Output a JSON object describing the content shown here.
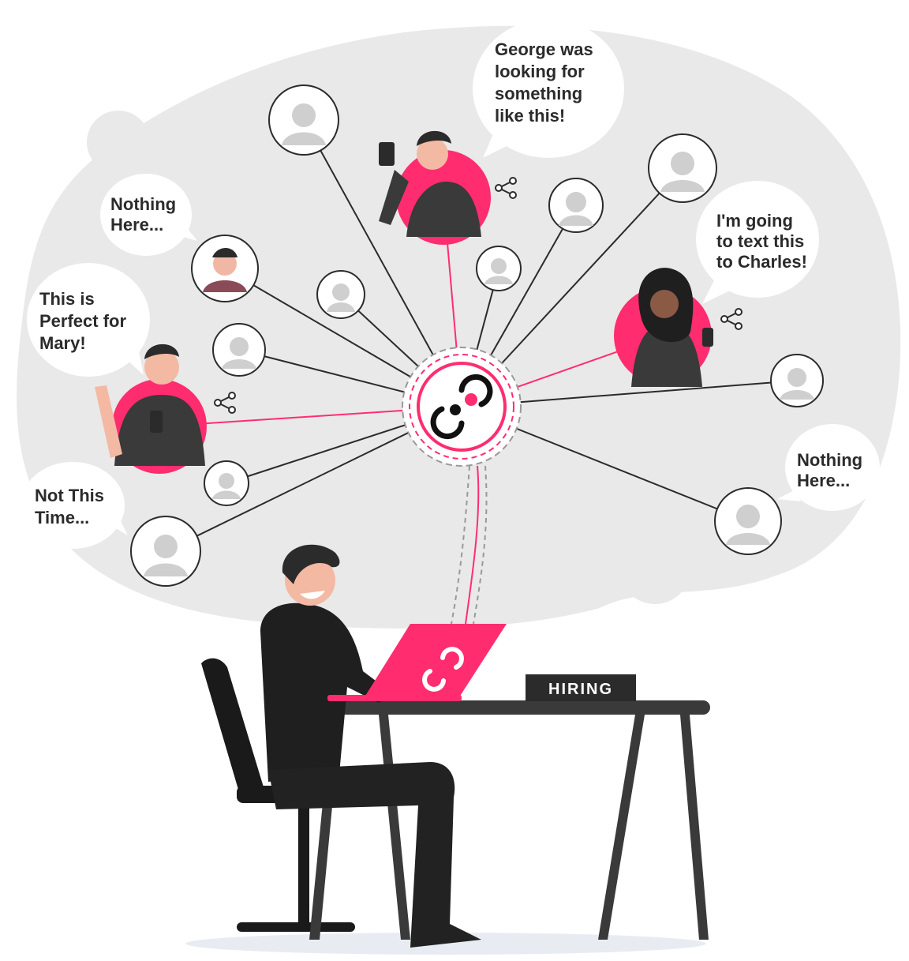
{
  "colors": {
    "accent": "#ff2d6f",
    "blob": "#e9e9e9",
    "dark": "#2b2b2b",
    "avatar_gray": "#cfcfcf"
  },
  "bubbles": {
    "george": [
      "George was",
      "looking for",
      "something",
      "like this!"
    ],
    "nothing_left": [
      "Nothing",
      "Here..."
    ],
    "perfect": [
      "This is",
      "Perfect for",
      "Mary!"
    ],
    "not_this_time": [
      "Not This",
      "Time..."
    ],
    "charles": [
      "I'm going",
      "to text this",
      "to Charles!"
    ],
    "nothing_right": [
      "Nothing",
      "Here..."
    ]
  },
  "sign": {
    "label": "HIRING"
  },
  "icons": {
    "hub": "link-logo-icon",
    "laptop": "link-logo-icon",
    "share": "share-icon"
  }
}
